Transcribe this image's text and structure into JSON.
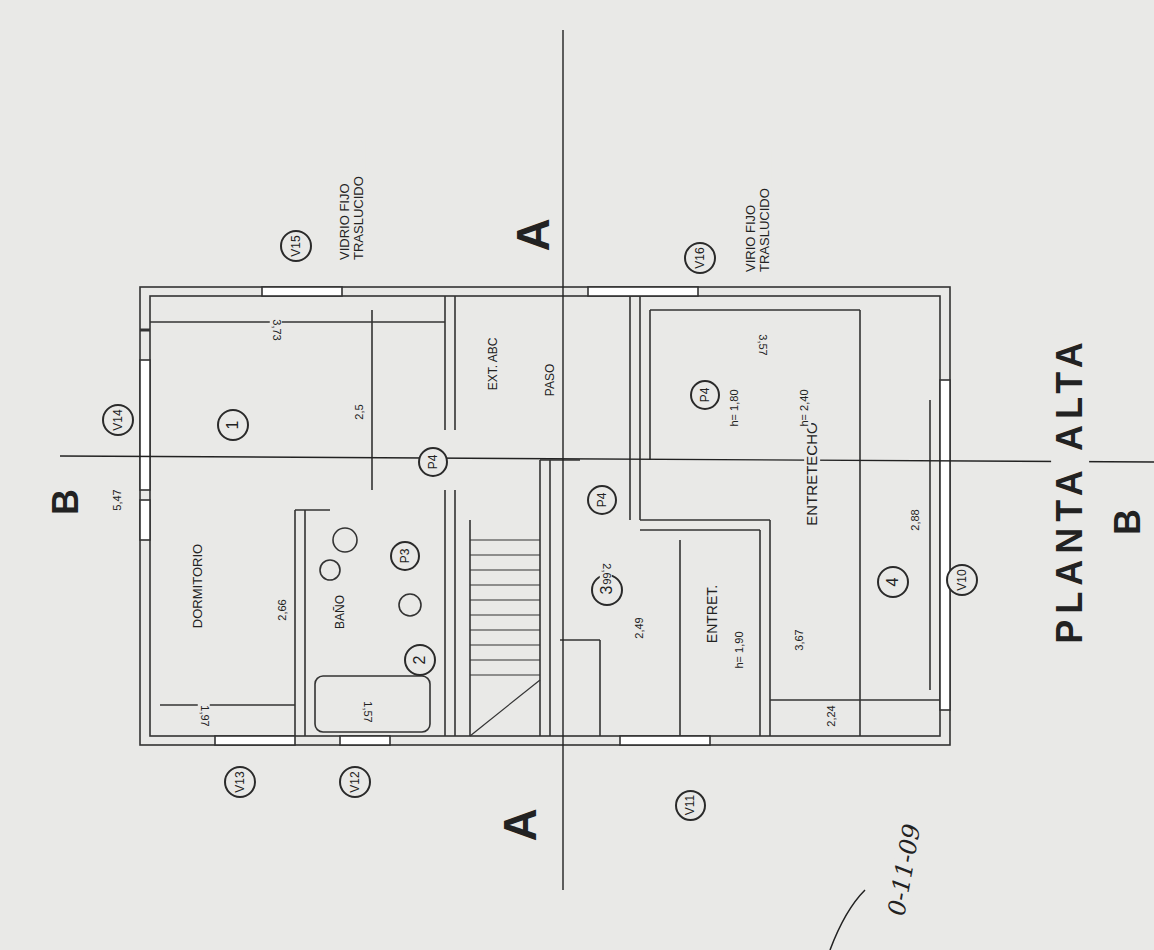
{
  "diagram": {
    "title": "PLANTA ALTA",
    "nodes": [
      {
        "text": [
          "1"
        ]
      },
      {
        "text": [
          "2"
        ]
      },
      {
        "text": [
          "3"
        ]
      },
      {
        "text": [
          "4"
        ]
      },
      {
        "text": [
          "V14"
        ]
      },
      {
        "text": [
          "V13"
        ]
      },
      {
        "text": [
          "V12"
        ]
      },
      {
        "text": [
          "V11"
        ]
      },
      {
        "text": [
          "V10"
        ]
      },
      {
        "text": [
          "V16"
        ]
      },
      {
        "text": [
          "V15"
        ]
      },
      {
        "text": [
          "P4"
        ]
      },
      {
        "text": [
          "P3"
        ]
      },
      {
        "text": [
          "P4"
        ]
      },
      {
        "text": [
          "P4"
        ]
      }
    ],
    "labels": [
      "5,47",
      "DORMITORIO",
      "2,66",
      "1,97",
      "3,73",
      "2,5",
      "BAÑO",
      "1,57",
      "EXT. ABC",
      "PASO",
      "VIDRIO FIJO TRASLUCIDO",
      "VIRIO FIJO TRASLUCIDO",
      "A",
      "A",
      "B",
      "B",
      "2,66",
      "2,49",
      "ENTRET.",
      "h= 1,90",
      "3,67",
      "ENTRETECHO",
      "h= 1,80",
      "h= 2,40",
      "2,88",
      "2,24",
      "3,57",
      "0-11-09"
    ]
  }
}
